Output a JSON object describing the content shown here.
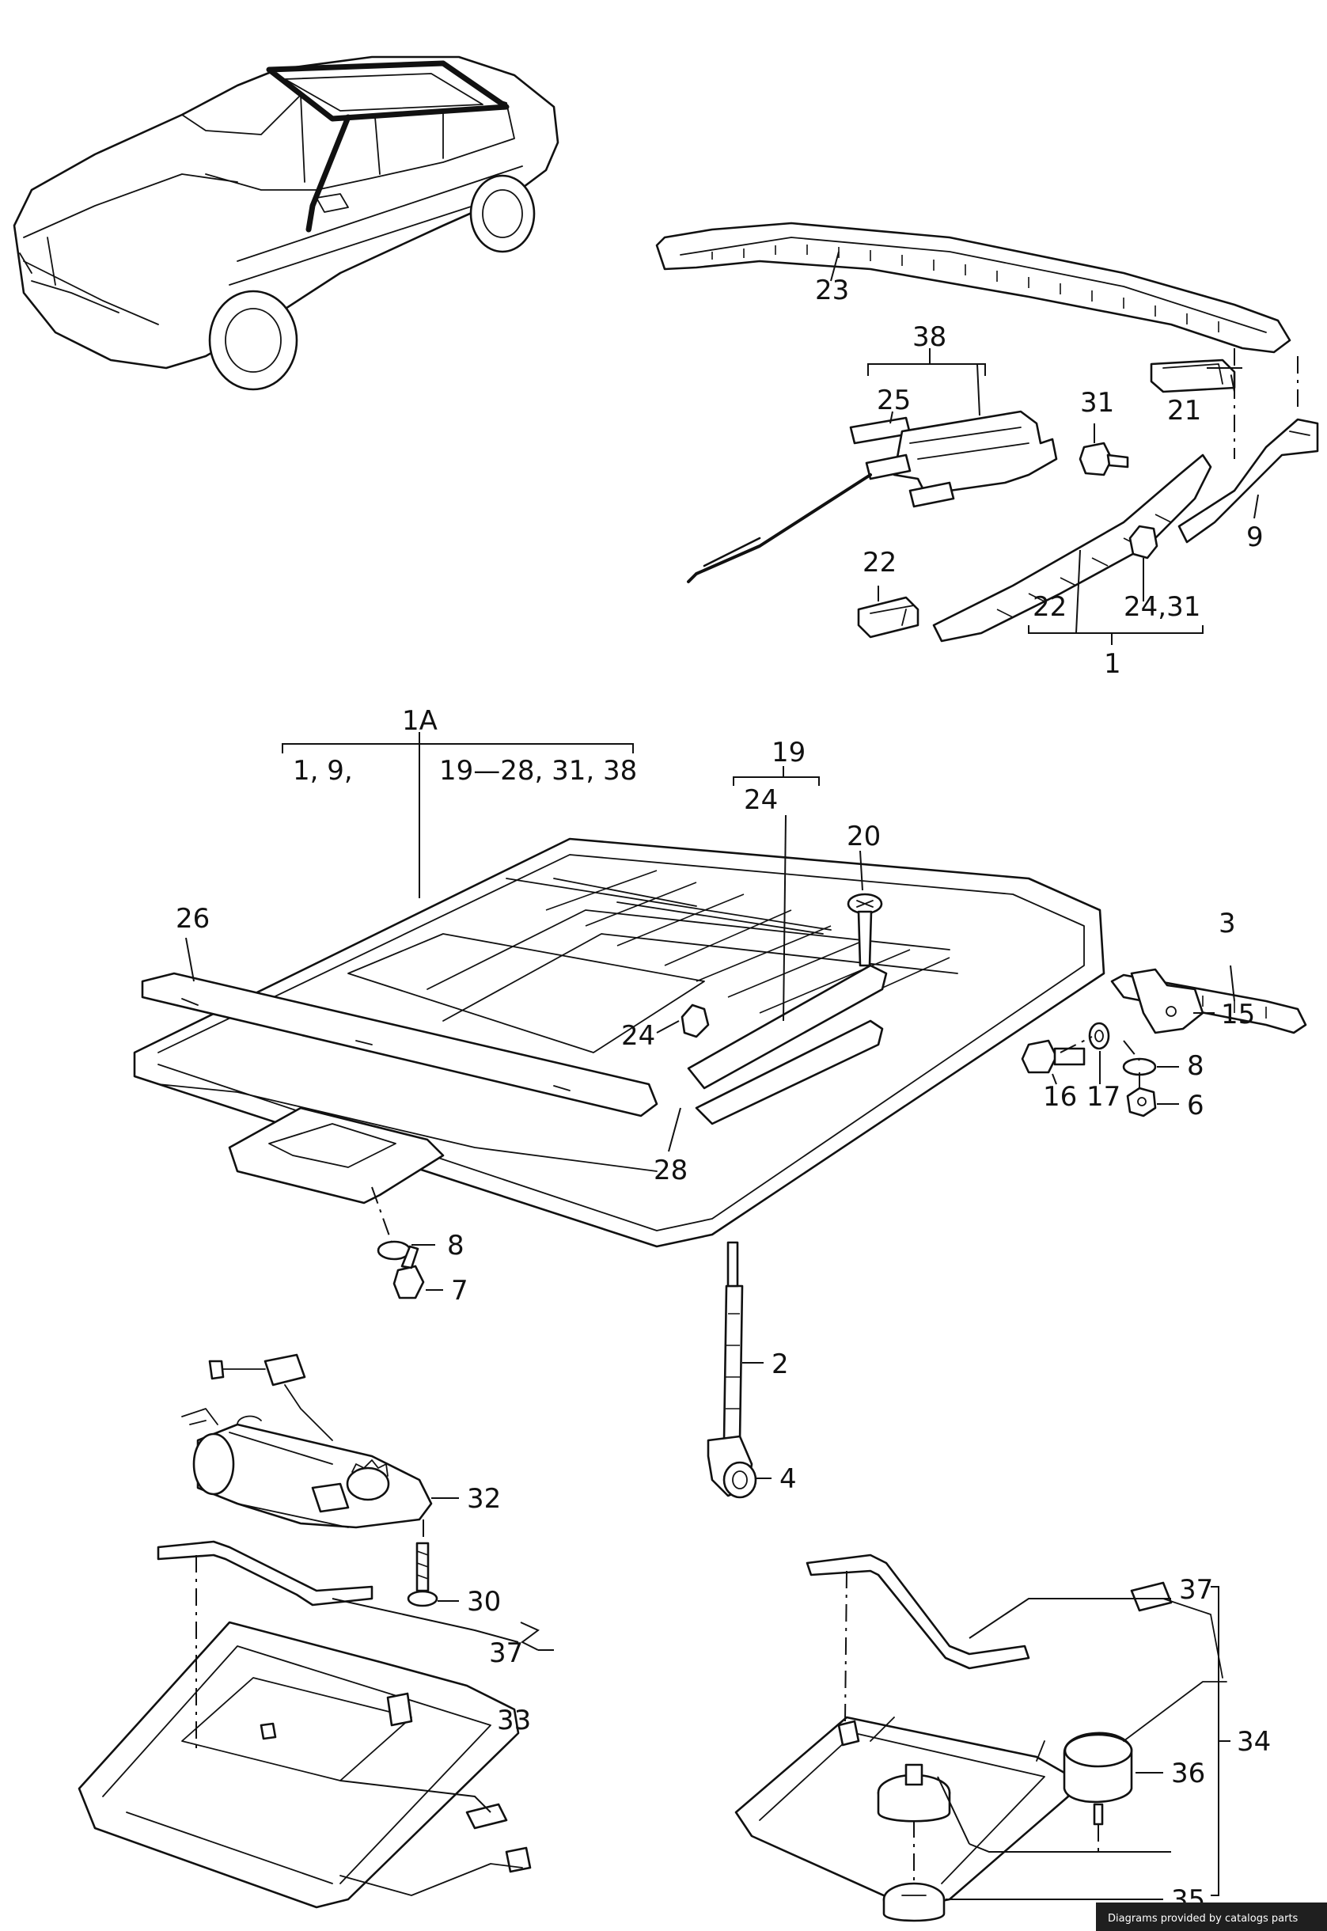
{
  "callouts": {
    "c23": "23",
    "c38": "38",
    "c25": "25",
    "c31a": "31",
    "c21": "21",
    "c9": "9",
    "c22a": "22",
    "c22b": "22",
    "c24_31": "24,31",
    "c1": "1",
    "c1A": "1A",
    "c1A_list_left": "1, 9,",
    "c1A_list_right": "19—28, 31, 38",
    "c19": "19",
    "c24a": "24",
    "c20": "20",
    "c3": "3",
    "c26": "26",
    "c24b": "24",
    "c15": "15",
    "c16": "16",
    "c17": "17",
    "c8a": "8",
    "c6": "6",
    "c28": "28",
    "c8b": "8",
    "c7": "7",
    "c2": "2",
    "c4": "4",
    "c32": "32",
    "c30": "30",
    "c37a": "37",
    "c33": "33",
    "c37b": "37",
    "c34": "34",
    "c36": "36",
    "c35": "35"
  },
  "footer": {
    "credit": "Diagrams provided by catalogs parts"
  }
}
